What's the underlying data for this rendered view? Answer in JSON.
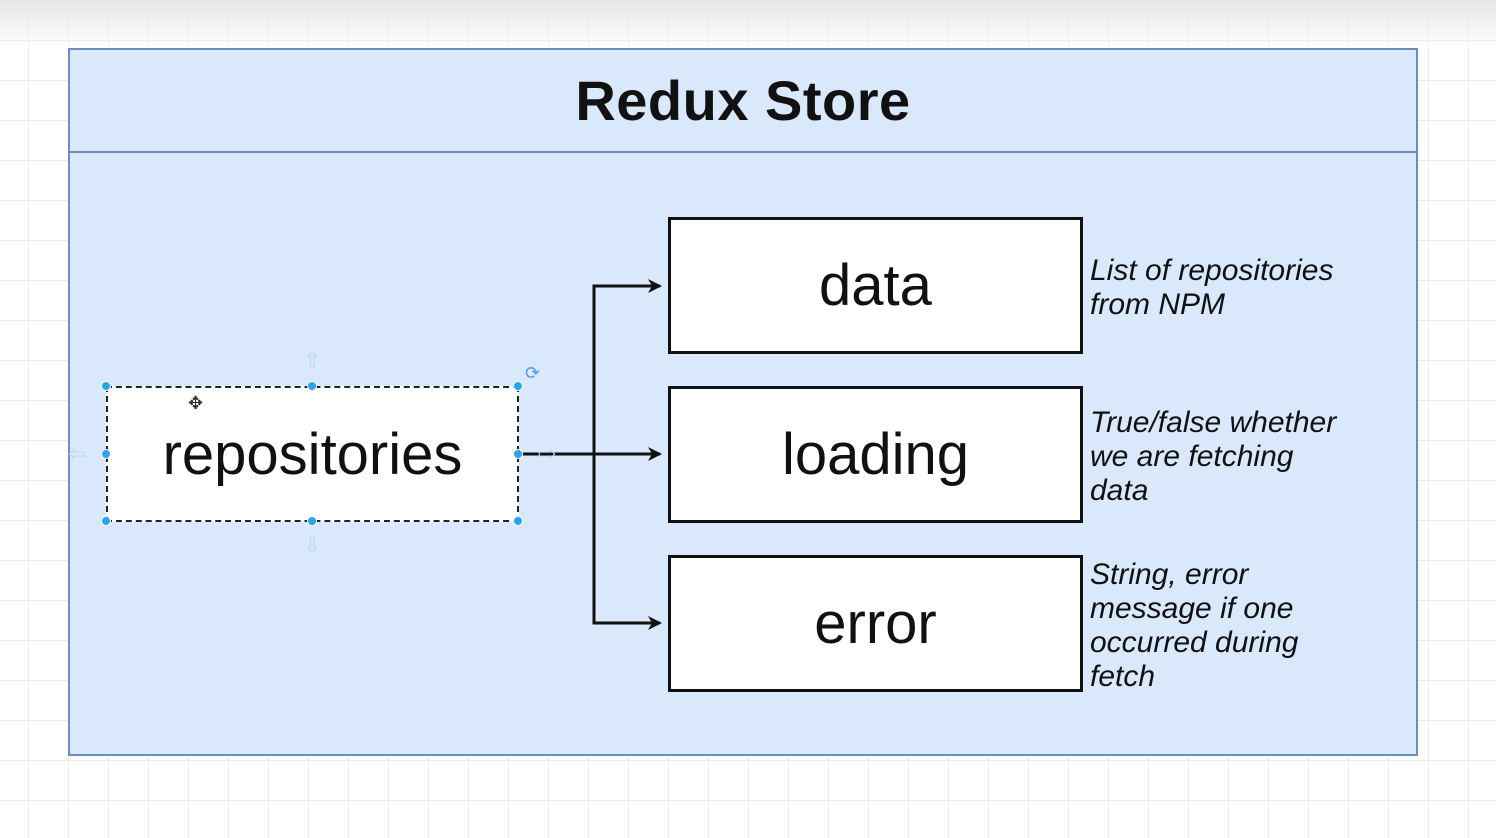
{
  "store": {
    "title": "Redux Store"
  },
  "nodes": {
    "repositories": {
      "label": "repositories"
    },
    "data": {
      "label": "data",
      "description": [
        "List of repositories",
        "from NPM"
      ]
    },
    "loading": {
      "label": "loading",
      "description": [
        "True/false whether",
        "we are fetching",
        "data"
      ]
    },
    "error": {
      "label": "error",
      "description": [
        "String, error",
        "message if one",
        "occurred during",
        "fetch"
      ]
    }
  },
  "colors": {
    "store_fill": "#dae8fc",
    "store_border": "#6c8ebf",
    "selection_handle": "#29a3ec",
    "edge": "#111111"
  },
  "icons": [
    "move-icon",
    "rotate-icon",
    "arrow-up-icon",
    "arrow-down-icon",
    "arrow-left-icon",
    "arrow-right-icon"
  ]
}
